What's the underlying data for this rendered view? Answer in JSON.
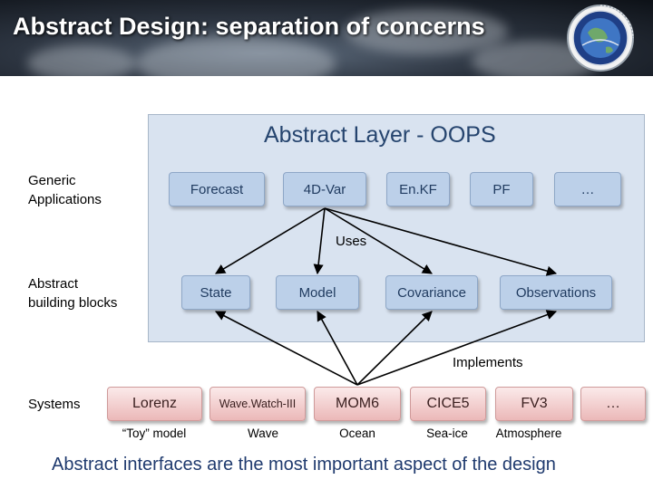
{
  "slide": {
    "title": "Abstract Design: separation of concerns",
    "footer": "Abstract interfaces are the most important aspect of the design"
  },
  "abstract_layer": {
    "title": "Abstract Layer - OOPS"
  },
  "side_labels": {
    "generic_line1": "Generic",
    "generic_line2": "Applications",
    "abstract_line1": "Abstract",
    "abstract_line2": "building blocks",
    "systems": "Systems"
  },
  "applications": [
    "Forecast",
    "4D-Var",
    "En.KF",
    "PF",
    "…"
  ],
  "building_blocks": [
    "State",
    "Model",
    "Covariance",
    "Observations"
  ],
  "systems": [
    "Lorenz",
    "Wave.Watch-III",
    "MOM6",
    "CICE5",
    "FV3",
    "…"
  ],
  "system_captions": [
    "“Toy” model",
    "Wave",
    "Ocean",
    "Sea-ice",
    "Atmosphere"
  ],
  "relations": {
    "uses": "Uses",
    "implements": "Implements"
  }
}
